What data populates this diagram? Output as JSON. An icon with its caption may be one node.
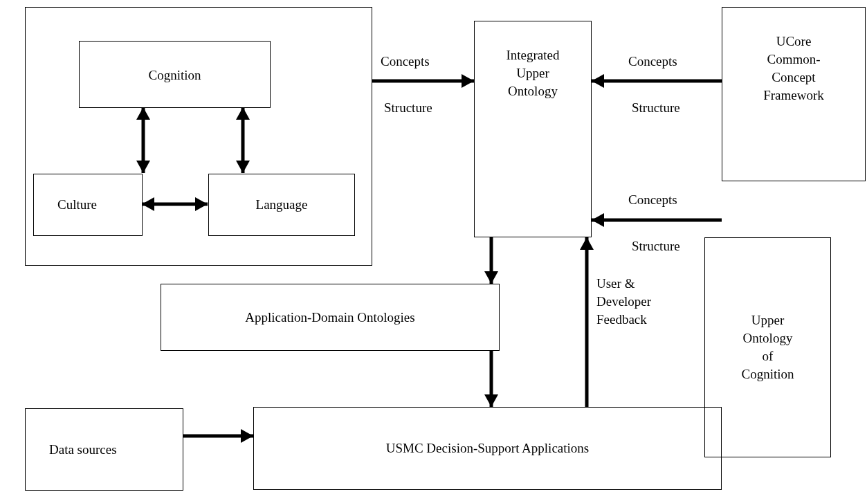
{
  "diagram": {
    "nodes": [
      {
        "text": [],
        "shape": "box"
      },
      {
        "text": [
          "Cognition"
        ],
        "in": 0
      },
      {
        "text": [
          "Culture"
        ],
        "in": 0
      },
      {
        "text": [
          "Language"
        ],
        "in": 0
      },
      {
        "text": [
          "Integrated Upper Ontology"
        ]
      },
      {
        "text": [
          "UCore Common-Concept Framework"
        ]
      },
      {
        "text": [
          "Upper Ontology of Cognition"
        ]
      },
      {
        "text": [
          "Application-Domain Ontologies"
        ]
      },
      {
        "text": [
          "Data sources"
        ]
      },
      {
        "text": [
          "USMC Decision-Support Applications"
        ]
      }
    ],
    "edges": [
      {
        "from": 1,
        "to": 2,
        "arrow": "both"
      },
      {
        "from": 1,
        "to": 3,
        "arrow": "both"
      },
      {
        "from": 2,
        "to": 3,
        "arrow": "both"
      },
      {
        "from": 0,
        "to": 4,
        "arrow": "to",
        "label": "Concepts"
      },
      {
        "from": 5,
        "to": 4,
        "arrow": "to",
        "label": "Concepts"
      },
      {
        "from": null,
        "to": 4,
        "arrow": "to",
        "label": "Concepts"
      },
      {
        "from": 4,
        "to": 7,
        "arrow": "to"
      },
      {
        "from": 7,
        "to": 9,
        "arrow": "to"
      },
      {
        "from": 9,
        "to": 4,
        "arrow": "to",
        "label": "User & Developer Feedback"
      },
      {
        "from": 8,
        "to": 9,
        "arrow": "to"
      }
    ],
    "labels": [
      "Structure",
      "Structure",
      "Structure"
    ]
  }
}
